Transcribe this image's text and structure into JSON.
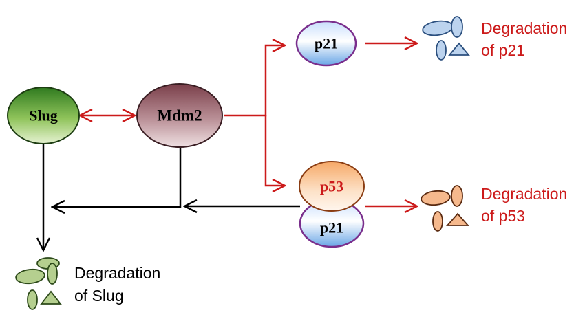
{
  "nodes": {
    "slug": {
      "label": "Slug",
      "color": "#2f7a1f"
    },
    "mdm2": {
      "label": "Mdm2",
      "color": "#8a5a63"
    },
    "p21_top": {
      "label": "p21",
      "color": "#7fb3e8"
    },
    "p53": {
      "label": "p53",
      "color": "#f08a3c",
      "text_color": "#cc1a1a"
    },
    "p21_bottom": {
      "label": "p21",
      "color": "#7fb3e8"
    }
  },
  "degradation": {
    "p21": {
      "line1": "Degradation",
      "line2": "of p21",
      "color": "#cc1a1a",
      "fragment_color": "#bcd3ee"
    },
    "p53": {
      "line1": "Degradation",
      "line2": "of p53",
      "color": "#cc1a1a",
      "fragment_color": "#f6b98d"
    },
    "slug": {
      "line1": "Degradation",
      "line2": "of Slug",
      "color": "#000000",
      "fragment_color": "#b5cf8f"
    }
  },
  "colors": {
    "red_arrow": "#cc1a1a",
    "black_arrow": "#000000",
    "outline": "#7a2e8c"
  }
}
